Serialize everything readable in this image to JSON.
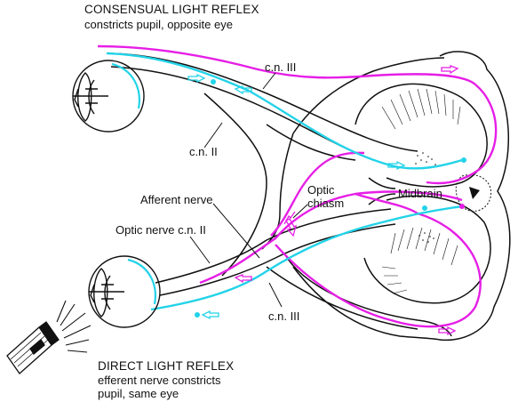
{
  "colors": {
    "afferent": "#22d3e8",
    "efferent": "#e61ee6",
    "outline": "#111111",
    "background": "#ffffff"
  },
  "labels": {
    "consensual_title": "CONSENSUAL LIGHT REFLEX",
    "consensual_desc": "constricts pupil, opposite eye",
    "cn3_top": "c.n. III",
    "cn2": "c.n. II",
    "afferent_nerve": "Afferent nerve",
    "optic_nerve": "Optic nerve c.n. II",
    "optic_chiasm_line1": "Optic",
    "optic_chiasm_line2": "chiasm",
    "midbrain": "Midbrain",
    "cn3_bottom": "c.n. III",
    "direct_title": "DIRECT LIGHT REFLEX",
    "direct_desc1": "efferent nerve constricts",
    "direct_desc2": "pupil, same eye"
  },
  "icons": [
    "eye-icon",
    "flashlight-icon",
    "light-rays-icon",
    "arrow-icon"
  ]
}
